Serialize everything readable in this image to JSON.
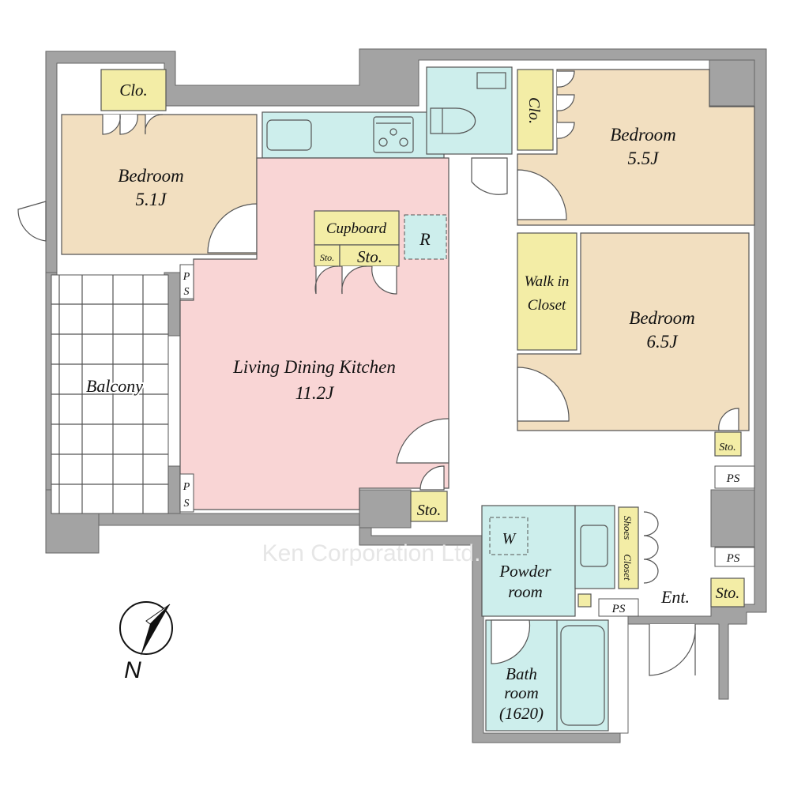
{
  "colors": {
    "wall": "#a3a3a3",
    "bedroom": "#f2dfc0",
    "ldk": "#f9d5d5",
    "wet_area": "#cdeeec",
    "storage": "#f3eda6"
  },
  "rooms": {
    "bedroom_left": {
      "name": "Bedroom",
      "size": "5.1J"
    },
    "bedroom_top_right": {
      "name": "Bedroom",
      "size": "5.5J"
    },
    "bedroom_mid_right": {
      "name": "Bedroom",
      "size": "6.5J"
    },
    "ldk": {
      "name": "Living Dining Kitchen",
      "size": "11.2J"
    },
    "balcony": {
      "name": "Balcony"
    },
    "powder": {
      "line1": "Powder",
      "line2": "room"
    },
    "bath": {
      "line1": "Bath",
      "line2": "room",
      "line3": "(1620)"
    },
    "walk_in": {
      "line1": "Walk in",
      "line2": "Closet"
    },
    "entrance": "Ent."
  },
  "storage": {
    "clo_left": "Clo.",
    "clo_right": "Clo.",
    "cupboard": "Cupboard",
    "sto_small": "Sto.",
    "sto_cupboard": "Sto.",
    "sto_ldk": "Sto.",
    "sto_bedroom": "Sto.",
    "sto_entrance": "Sto.",
    "shoes_closet_1": "Shoes",
    "shoes_closet_2": "Closet",
    "refrigerator": "R",
    "washer": "W"
  },
  "ps": {
    "p": "P",
    "s": "S",
    "label": "PS"
  },
  "compass": {
    "north": "N",
    "icon": "north-arrow-icon"
  },
  "watermark": "Ken Corporation Ltd."
}
